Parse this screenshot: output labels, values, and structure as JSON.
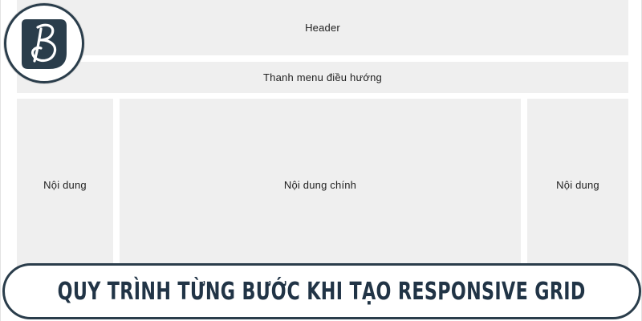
{
  "layout_blocks": {
    "header": "Header",
    "navbar": "Thanh menu điều hướng",
    "content_left": "Nội dung",
    "content_main": "Nội dung chính",
    "content_right": "Nội dung"
  },
  "banner": {
    "title": "QUY TRÌNH TỪNG BƯỚC KHI TẠO RESPONSIVE GRID"
  },
  "logo": {
    "letter": "B",
    "icon": "brand-logo-icon"
  },
  "colors": {
    "block_fill": "#efefef",
    "brand_dark": "#2a3d4b",
    "banner_text": "#213446"
  }
}
